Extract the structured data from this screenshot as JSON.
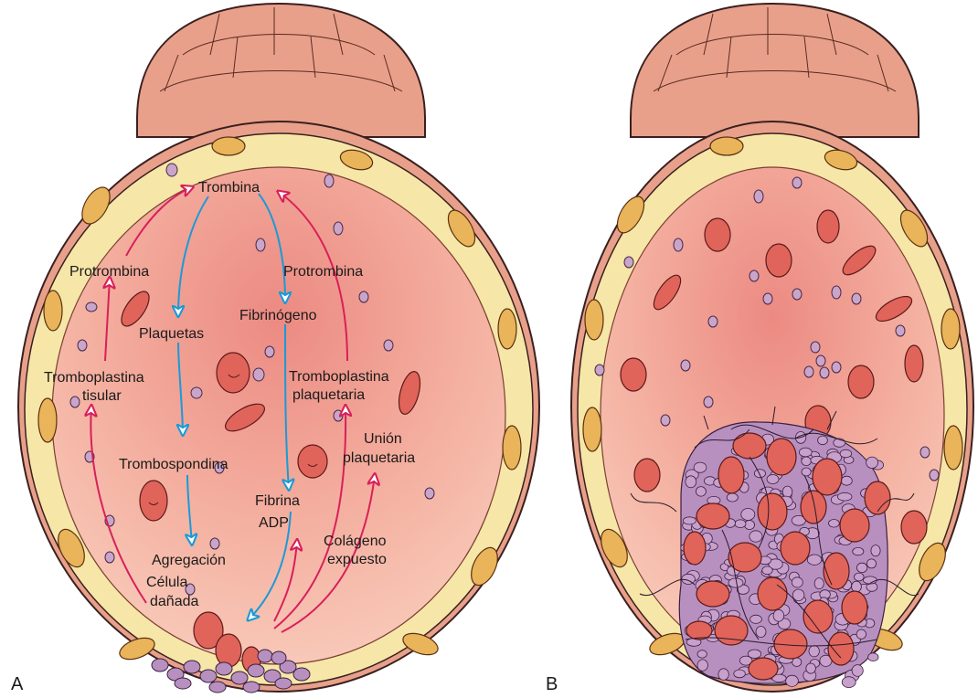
{
  "panels": [
    {
      "letter": "A",
      "labels": {
        "trombina": "Trombina",
        "protrombina_left": "Protrombina",
        "protrombina_right": "Protrombina",
        "plaquetas": "Plaquetas",
        "fibrinogeno": "Fibrinógeno",
        "tromboplastina_tisular_1": "Tromboplastina",
        "tromboplastina_tisular_2": "tisular",
        "tromboplastina_plaq_1": "Tromboplastina",
        "tromboplastina_plaq_2": "plaquetaria",
        "union_1": "Unión",
        "union_2": "plaquetaria",
        "trombospondina": "Trombospondina",
        "fibrina": "Fibrina",
        "adp": "ADP",
        "colageno_1": "Colágeno",
        "colageno_2": "expuesto",
        "agregacion": "Agregación",
        "celula_1": "Célula",
        "celula_2": "dañada"
      }
    },
    {
      "letter": "B"
    }
  ],
  "colors": {
    "vessel_wall": "#e8a08a",
    "vessel_outline": "#3a2020",
    "endothelium": "#f6e6a8",
    "nucleus": "#e9b45a",
    "lumen": "#f4b6a6",
    "lumen_center": "#ee8f86",
    "red_cell": "#e0645a",
    "platelet": "#c9a6c9",
    "arrow_pink": "#d8205a",
    "arrow_blue": "#1a9ad8"
  }
}
